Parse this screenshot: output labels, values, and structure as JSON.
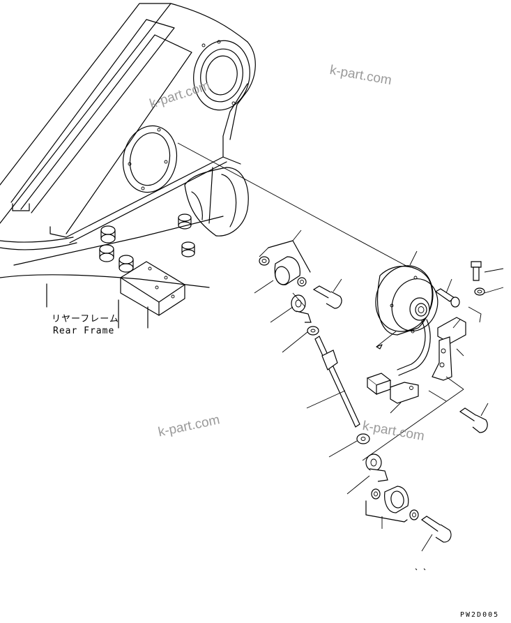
{
  "labels": {
    "rear_frame_jp": "リヤーフレーム",
    "rear_frame_en": "Rear Frame"
  },
  "watermarks": [
    "k-part.com",
    "k-part.com",
    "k-part.com",
    "k-part.com"
  ],
  "drawing_code": "PW2D005"
}
